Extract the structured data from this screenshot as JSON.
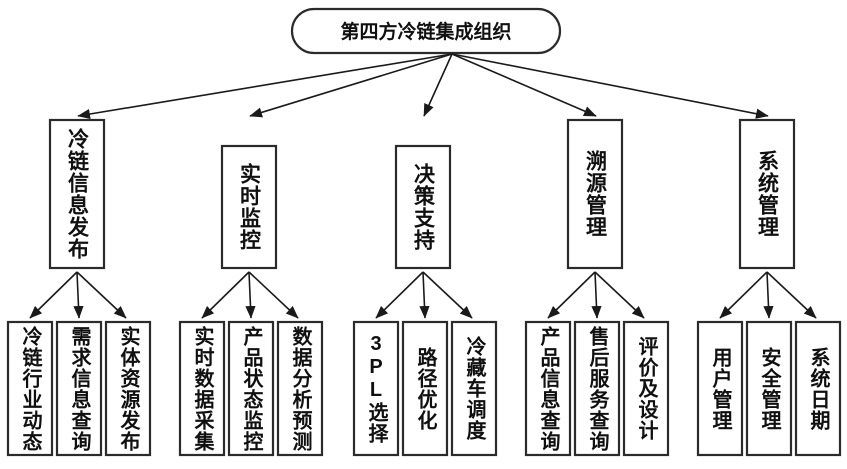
{
  "diagram": {
    "title": "第四方冷链集成组织",
    "type": "organization-hierarchy",
    "orientation": "top-down",
    "colors": {
      "background": "#ffffff",
      "box_stroke": "#2b2b2b",
      "connector": "#1a1a1a",
      "text": "#101010"
    },
    "root": {
      "label": "第四方冷链集成组织",
      "shape": "rounded-ellipse"
    },
    "branches": [
      {
        "label": "冷链信息发布",
        "children": [
          {
            "label": "冷链行业动态"
          },
          {
            "label": "需求信息查询"
          },
          {
            "label": "实体资源发布"
          }
        ]
      },
      {
        "label": "实时监控",
        "children": [
          {
            "label": "实时数据采集"
          },
          {
            "label": "产品状态监控"
          },
          {
            "label": "数据分析预测"
          }
        ]
      },
      {
        "label": "决策支持",
        "children": [
          {
            "label": "3PL选择"
          },
          {
            "label": "路径优化"
          },
          {
            "label": "冷藏车调度"
          }
        ]
      },
      {
        "label": "溯源管理",
        "children": [
          {
            "label": "产品信息查询"
          },
          {
            "label": "售后服务查询"
          },
          {
            "label": "评价及设计"
          }
        ]
      },
      {
        "label": "系统管理",
        "children": [
          {
            "label": "用户管理"
          },
          {
            "label": "安全管理"
          },
          {
            "label": "系统日期"
          }
        ]
      }
    ]
  }
}
